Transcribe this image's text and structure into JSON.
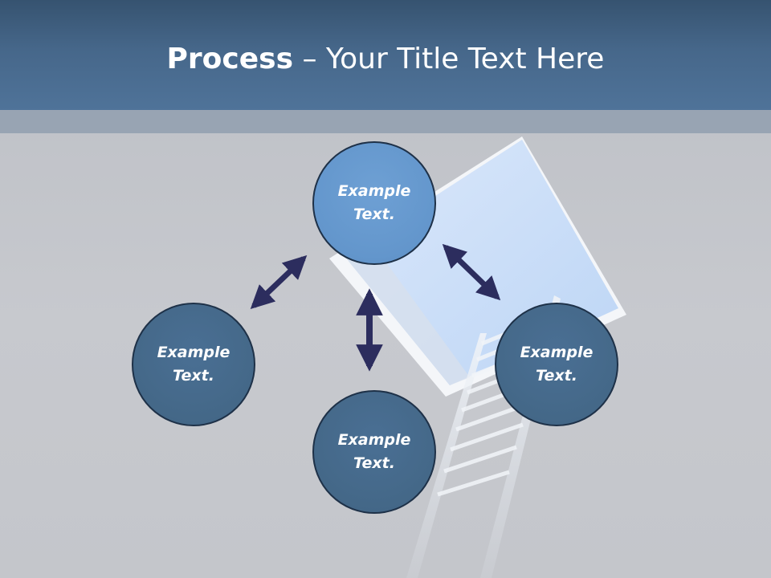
{
  "slide": {
    "title_bold": "Process",
    "title_rest": " – Your Title Text Here"
  },
  "nodes": {
    "top": "Example Text.",
    "left": "Example Text.",
    "bottom": "Example Text.",
    "right": "Example Text."
  },
  "colors": {
    "header": "#46678a",
    "node_light": "#6396cc",
    "node_dark": "#446888",
    "arrow": "#2c2d5e"
  }
}
